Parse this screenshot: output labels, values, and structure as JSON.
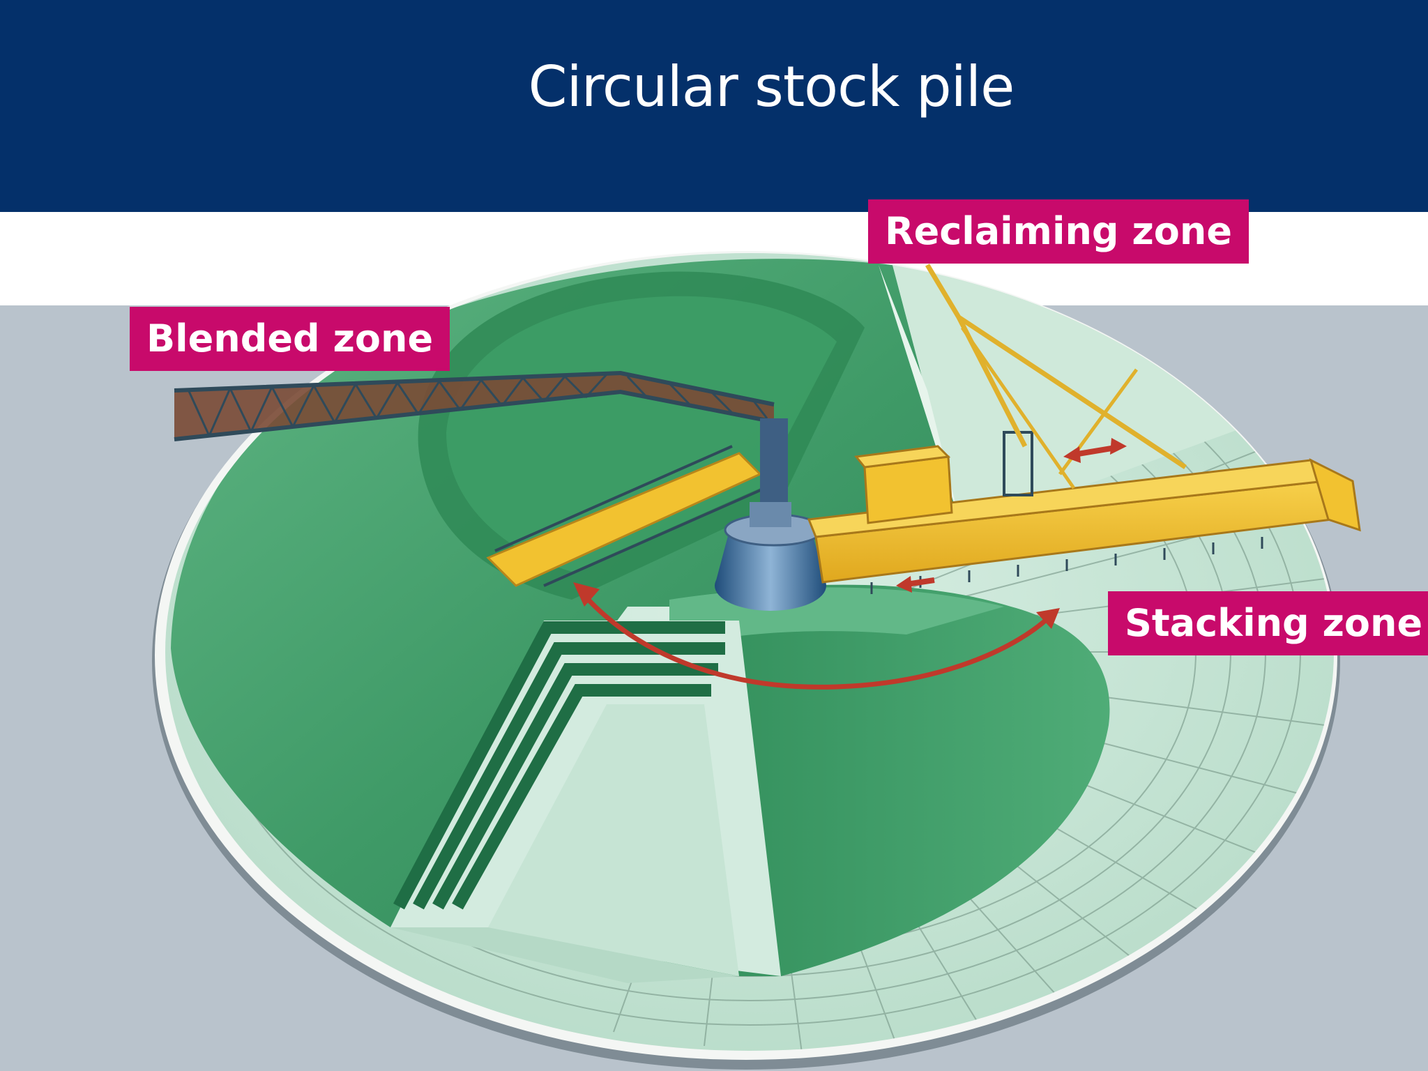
{
  "slide": {
    "title": "Circular stock pile"
  },
  "labels": {
    "blended": "Blended zone",
    "reclaiming": "Reclaiming zone",
    "stacking": "Stacking zone"
  },
  "colors": {
    "header": "#04306a",
    "label_bg": "#c80a6b",
    "pile_green": "#3f9a67",
    "machine_yellow": "#f2c230",
    "arrow_red": "#c0392b",
    "background": "#b9c3cc"
  },
  "icons": {
    "motion": "curved-double-arrow"
  }
}
